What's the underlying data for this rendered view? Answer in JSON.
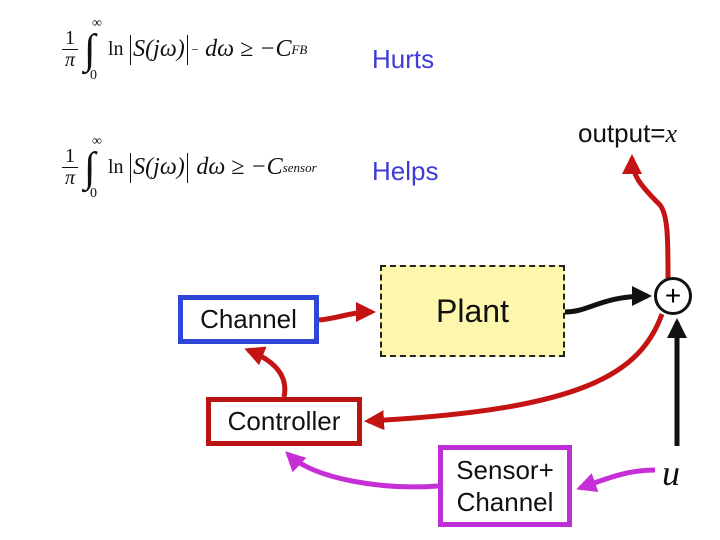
{
  "equations": {
    "eq1": {
      "frac_num": "1",
      "frac_den": "π",
      "integral_upper": "∞",
      "integral_lower": "0",
      "log": "ln",
      "lhs_body": "S(jω)",
      "subscript_minus": "−",
      "differential": "dω ≥ −C",
      "constant_sub": "FB"
    },
    "eq2": {
      "frac_num": "1",
      "frac_den": "π",
      "integral_upper": "∞",
      "integral_lower": "0",
      "log": "ln",
      "lhs_body": "S(jω)",
      "differential": "dω ≥ −C",
      "constant_sub": "sensor"
    }
  },
  "annotations": {
    "hurts": "Hurts",
    "helps": "Helps",
    "output_prefix": "output=",
    "output_var": "x"
  },
  "blocks": {
    "channel": "Channel",
    "plant": "Plant",
    "controller": "Controller",
    "sensor_line1": "Sensor+",
    "sensor_line2": "Channel"
  },
  "junction": {
    "symbol": "+"
  },
  "input_var": "u",
  "colors": {
    "label_blue": "#3d3dd6",
    "channel_border": "#2f45d8",
    "controller_border": "#b81414",
    "sensor_border": "#bd2fd6",
    "plant_fill": "#fdf7ad",
    "wire_red": "#c41313",
    "wire_magenta": "#c72fd6",
    "wire_black": "#111111"
  }
}
